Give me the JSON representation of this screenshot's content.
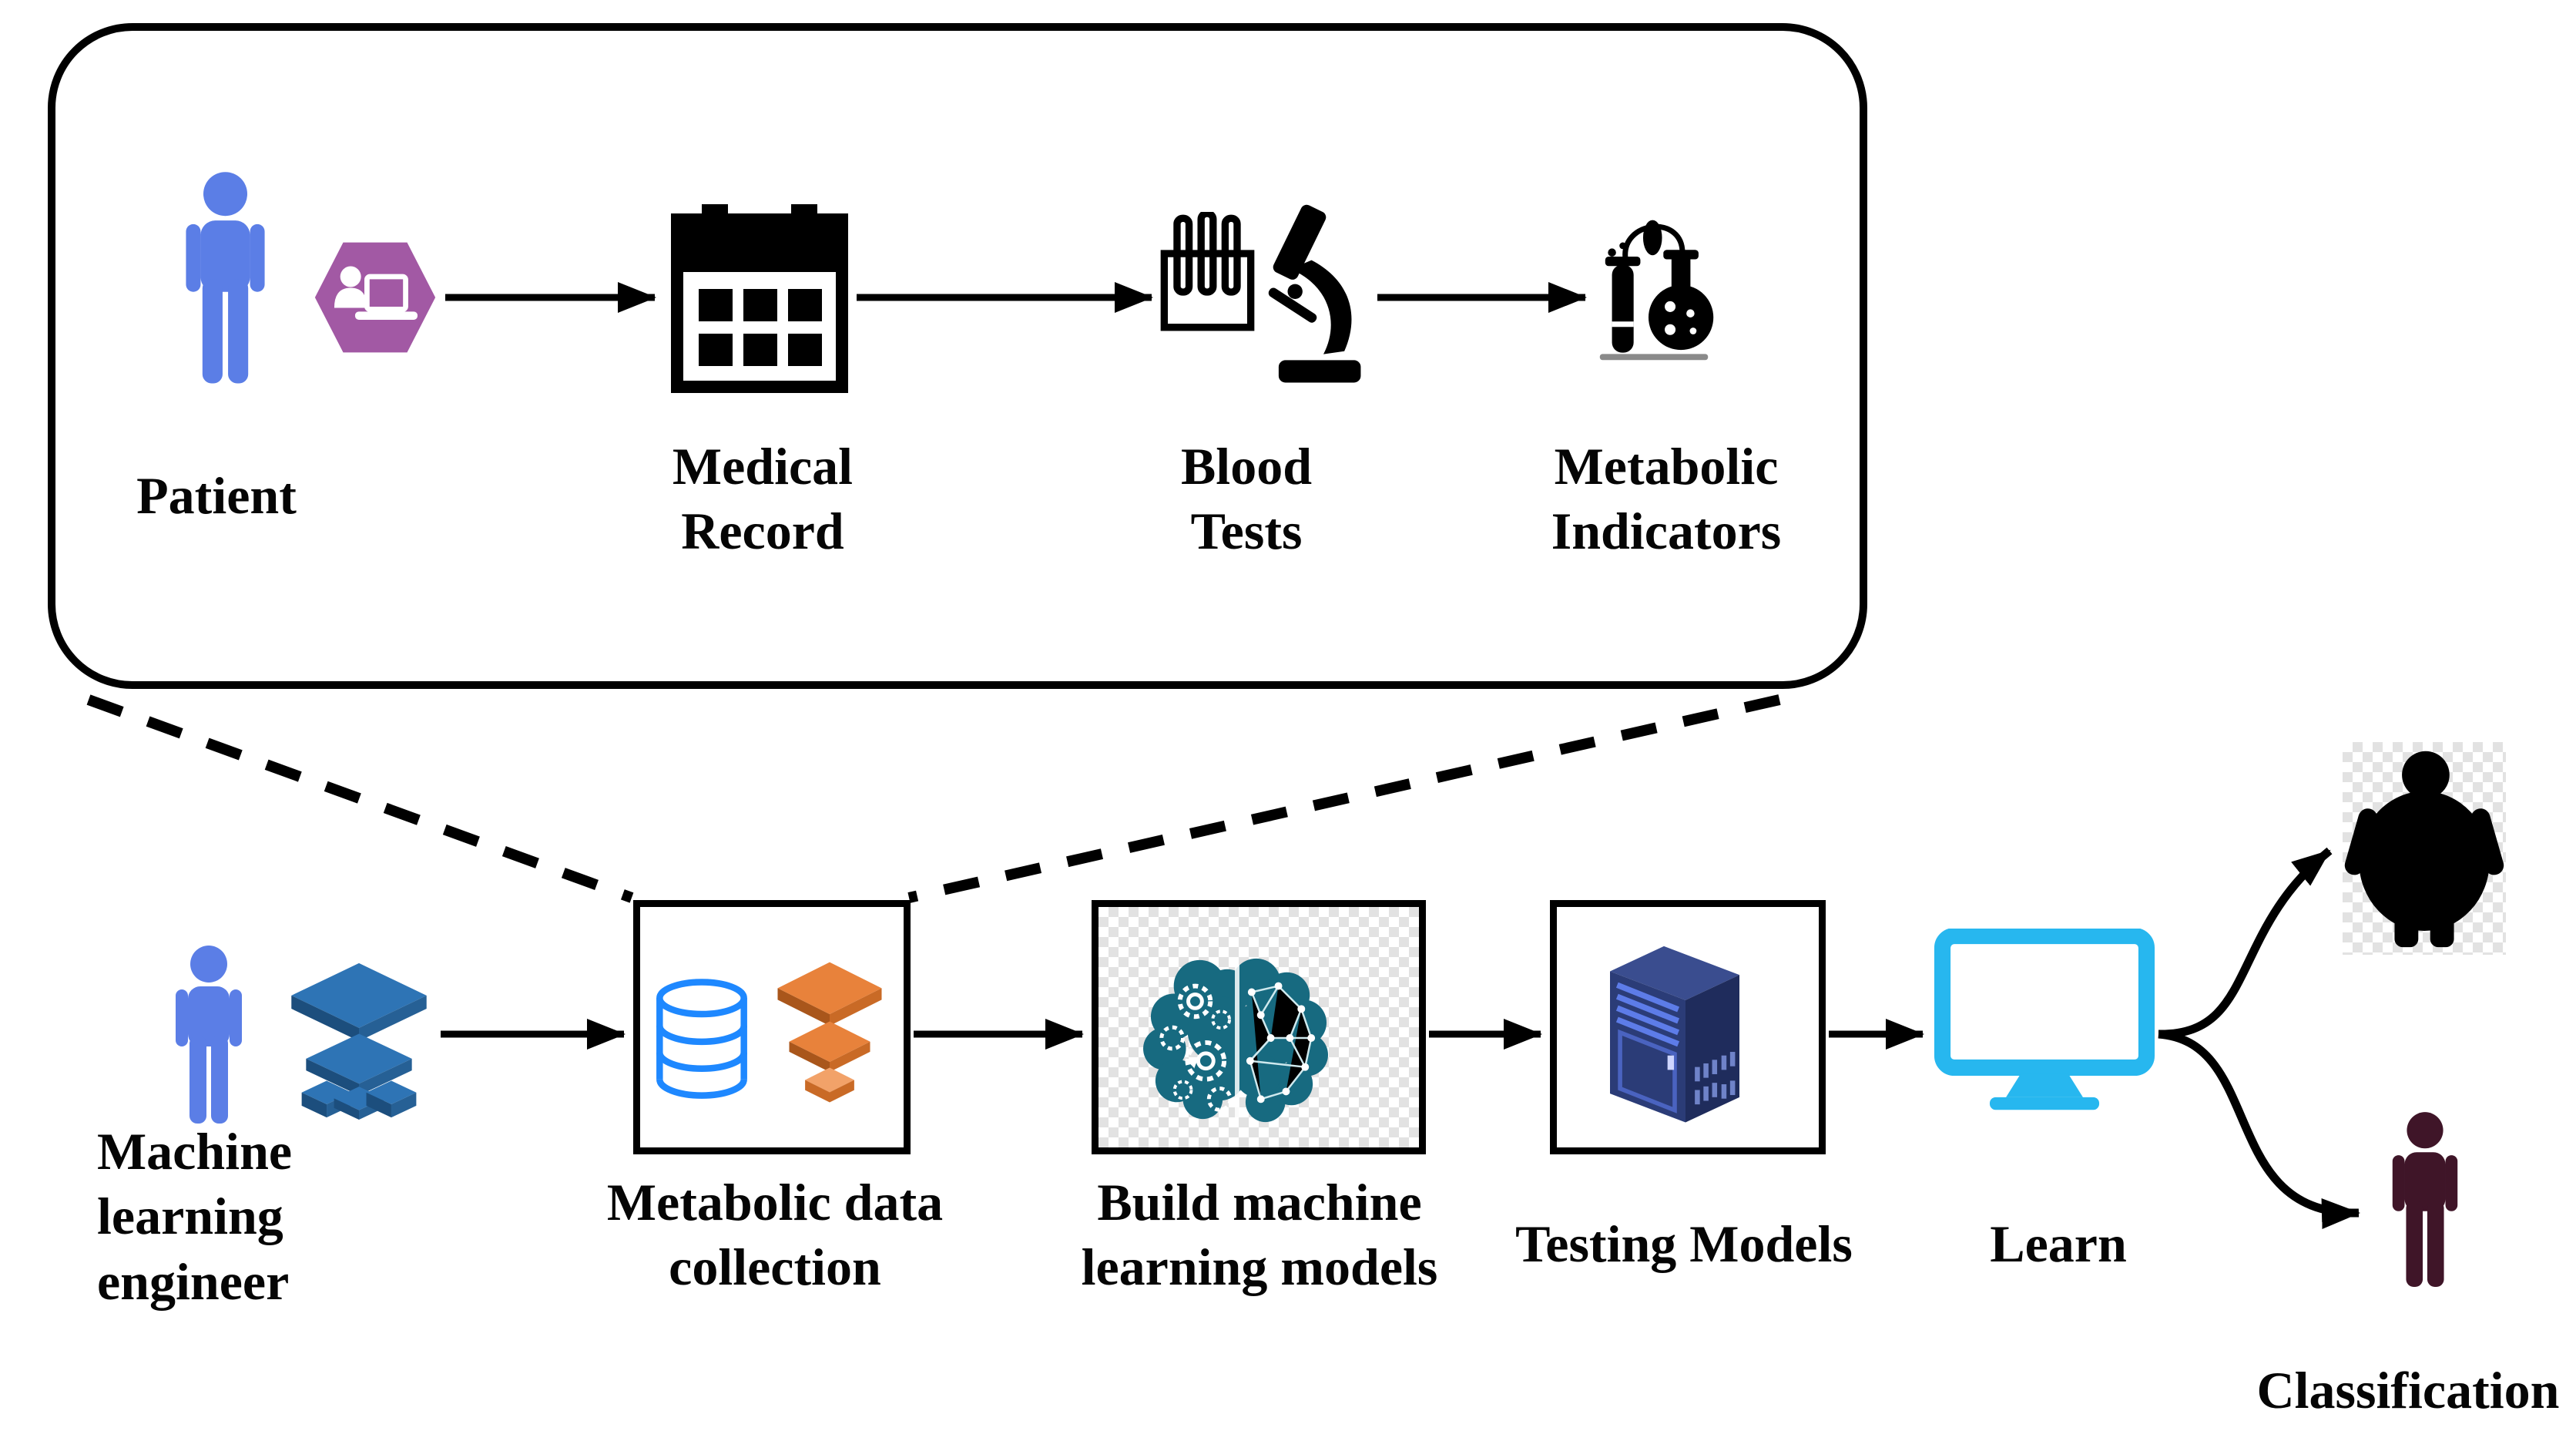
{
  "top_panel": {
    "patient_label": "Patient",
    "medical_record_label": "Medical Record",
    "blood_tests_label": "Blood Tests",
    "metabolic_indicators_label": "Metabolic Indicators"
  },
  "pipeline": {
    "engineer_label": "Machine learning engineer",
    "metabolic_data_label": "Metabolic data collection",
    "build_models_label": "Build machine learning models",
    "testing_models_label": "Testing Models",
    "learn_label": "Learn",
    "classification_label": "Classification"
  },
  "icons": {
    "patient": "person-icon",
    "emr_entry": "person-laptop-hexagon-icon",
    "medical_record": "calendar-icon",
    "blood_tests": [
      "test-tubes-icon",
      "microscope-icon"
    ],
    "metabolic_indicators": "flask-test-tube-icon",
    "engineer": [
      "person-icon",
      "data-cubes-icon"
    ],
    "metabolic_data_collection": [
      "database-icon",
      "data-layers-icon"
    ],
    "build_models": "brain-gears-network-icon",
    "testing_models": "server-icon",
    "learn": "monitor-icon",
    "classification": [
      "obese-person-icon",
      "slim-person-icon"
    ]
  },
  "colors": {
    "person_blue": "#5B7EE6",
    "hexagon_purple": "#A259A4",
    "cubes_blue": "#2E74B5",
    "cubes_blue_dark": "#1C4E7D",
    "cubes_blue_mid": "#266095",
    "database_blue": "#1E88FF",
    "layers_orange": "#E8823B",
    "layers_orange_dark": "#A9561B",
    "layers_orange_mid": "#C96A26",
    "layers_orange_light": "#F2A269",
    "brain_teal": "#176A80",
    "server_navy": "#2B3C77",
    "server_navy_dark": "#1F2C5C",
    "server_navy_top": "#3A4D8F",
    "server_slat_blue": "#5D7CE8",
    "monitor_cyan": "#27B7EF",
    "classification_maroon": "#3F1528",
    "line_black": "#000000"
  }
}
